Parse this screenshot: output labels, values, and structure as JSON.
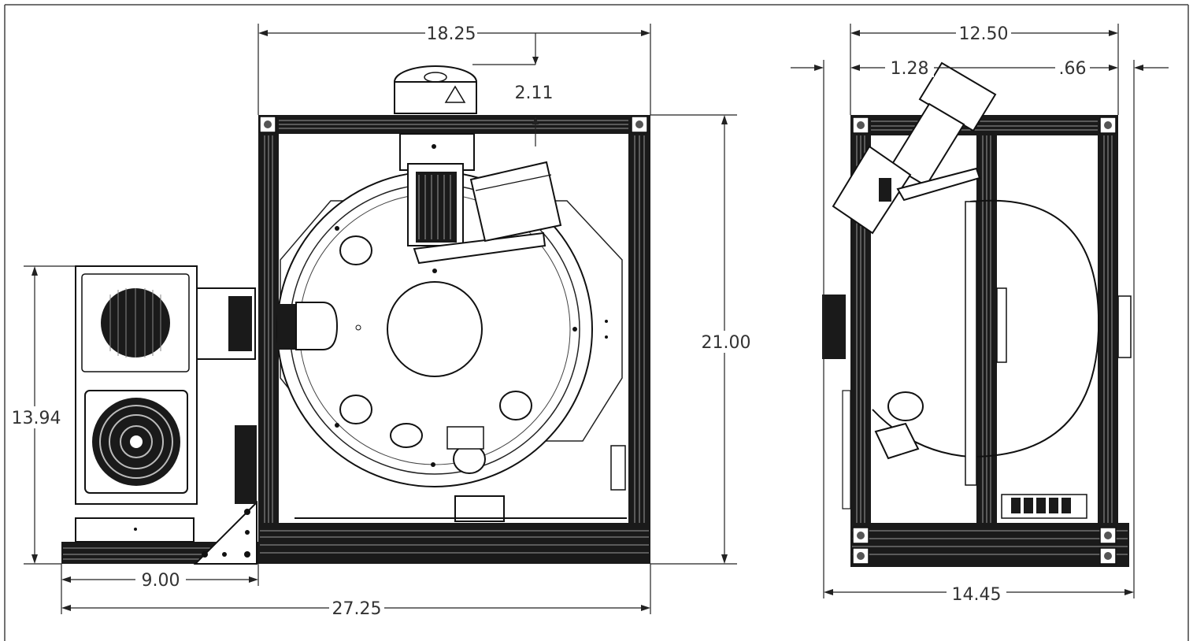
{
  "drawing": {
    "dimensions": {
      "front_top_width": "18.25",
      "front_offset": "2.11",
      "front_height": "21.00",
      "side_unit_height": "13.94",
      "side_unit_width": "9.00",
      "overall_width": "27.25",
      "side_view_top_width": "12.50",
      "side_view_left_offset": "1.28",
      "side_view_right_offset": ".66",
      "side_view_overall_width": "14.45"
    }
  }
}
